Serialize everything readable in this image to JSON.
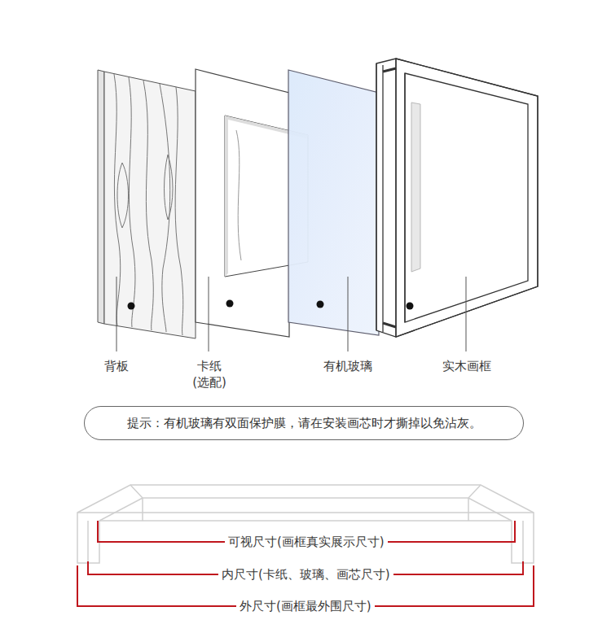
{
  "diagram": {
    "nodes": [
      {
        "text": [
          "提示：有机玻璃有双面保护膜，请在安装画芯时才撕掉以免沾灰。"
        ]
      }
    ],
    "labels": [
      "背板",
      "卡纸 (选配)",
      "有机玻璃",
      "实木画框",
      "可视尺寸(画框真实展示尺寸)",
      "内尺寸(卡纸、玻璃、画芯尺寸)",
      "外尺寸(画框最外围尺寸)"
    ]
  }
}
